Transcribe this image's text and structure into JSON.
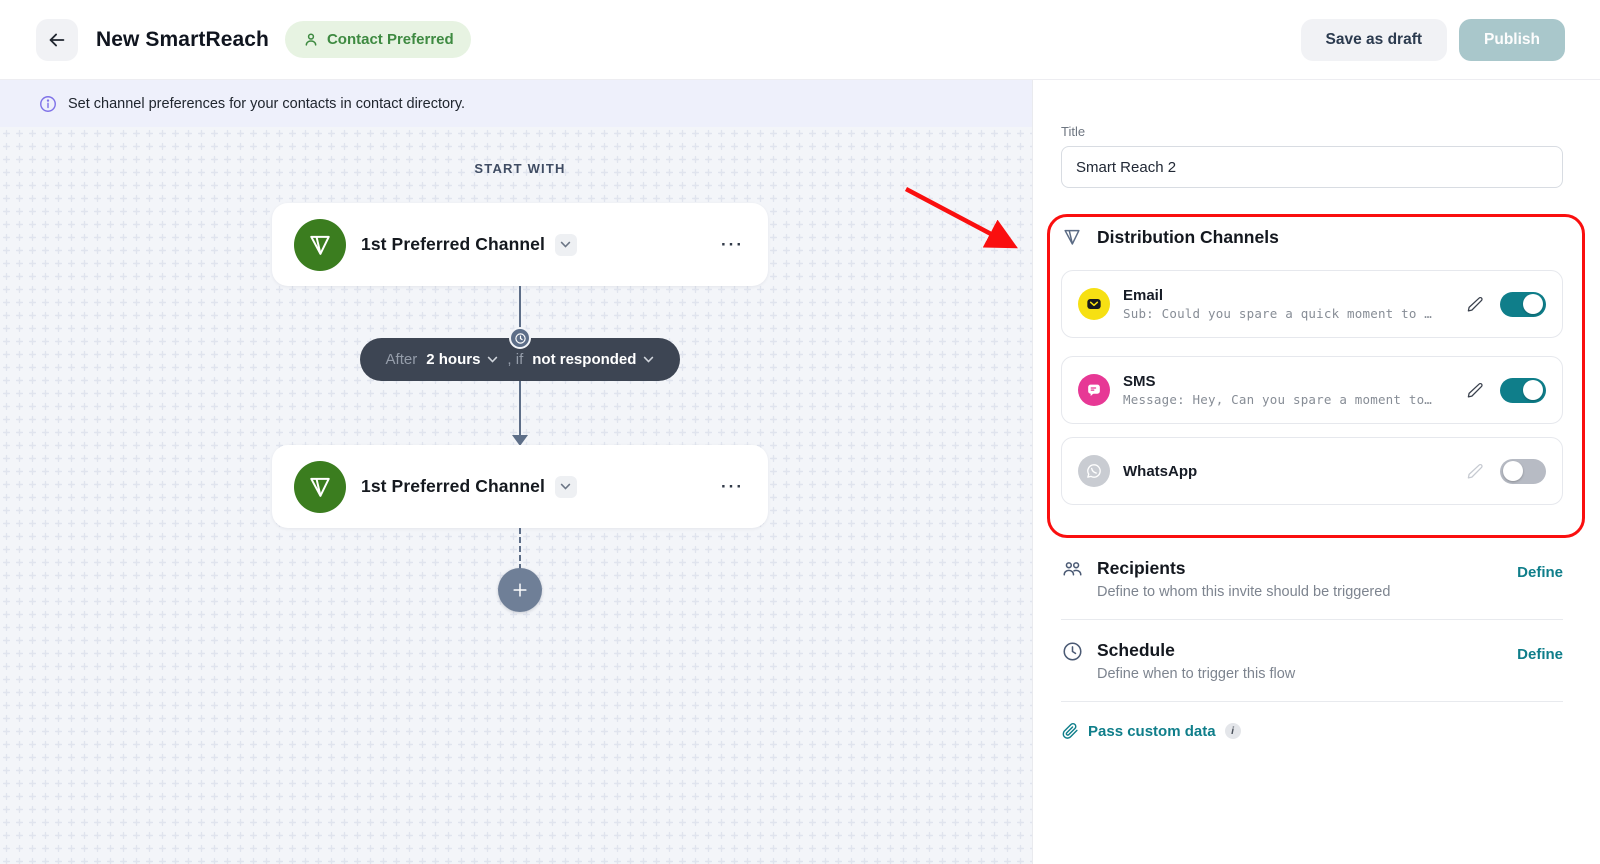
{
  "header": {
    "title": "New SmartReach",
    "badge": "Contact Preferred",
    "save_draft_label": "Save as draft",
    "publish_label": "Publish"
  },
  "banner": {
    "text": "Set channel preferences for your contacts in contact directory."
  },
  "canvas": {
    "start_label": "START WITH",
    "nodes": [
      {
        "title": "1st Preferred Channel"
      },
      {
        "title": "1st Preferred Channel"
      }
    ],
    "delay": {
      "prefix": "After",
      "duration": "2 hours",
      "connector": ", if",
      "condition": "not responded"
    }
  },
  "panel": {
    "title_label": "Title",
    "title_value": "Smart Reach 2",
    "distribution": {
      "heading": "Distribution Channels",
      "channels": [
        {
          "name": "Email",
          "preview": "Sub: Could you spare a quick moment to …",
          "enabled": true,
          "color": "#f6e013"
        },
        {
          "name": "SMS",
          "preview": "Message: Hey, Can you spare a moment to…",
          "enabled": true,
          "color": "#e73895"
        },
        {
          "name": "WhatsApp",
          "preview": "",
          "enabled": false,
          "color": "#c9ccd2"
        }
      ]
    },
    "sections": [
      {
        "title": "Recipients",
        "subtitle": "Define to whom this invite should be triggered",
        "action": "Define"
      },
      {
        "title": "Schedule",
        "subtitle": "Define when to trigger this flow",
        "action": "Define"
      }
    ],
    "custom_data_label": "Pass custom data",
    "custom_data_info": "i"
  },
  "colors": {
    "accent_teal": "#0f7e8a",
    "annotation_red": "#fa0f0f",
    "node_green": "#3b7d1f",
    "publish_bg": "#a9c7cb",
    "badge_green": "#3e8a41",
    "pill_dark": "#3d4553"
  }
}
